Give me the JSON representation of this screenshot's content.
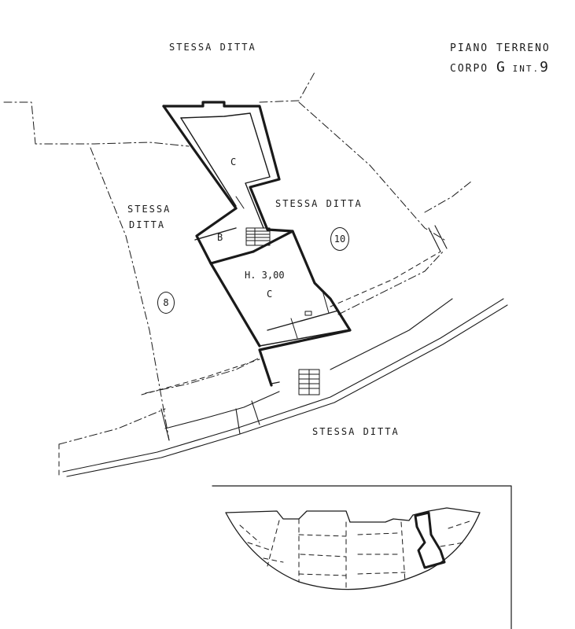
{
  "header": {
    "line1": "PIANO TERRENO",
    "line2_prefix": "CORPO",
    "line2_block": "G",
    "line2_int": "INT.",
    "line2_num": "9"
  },
  "labels": {
    "top": "STESSA DITTA",
    "left_line1": "STESSA",
    "left_line2": "DITTA",
    "right": "STESSA DITTA",
    "bottom": "STESSA DITTA"
  },
  "rooms": {
    "upper": "C",
    "small": "B",
    "main_height": "H. 3,00",
    "main": "C"
  },
  "lots": {
    "left": "8",
    "right": "10"
  },
  "colors": {
    "ink": "#1a1a1a",
    "paper": "#ffffff"
  }
}
